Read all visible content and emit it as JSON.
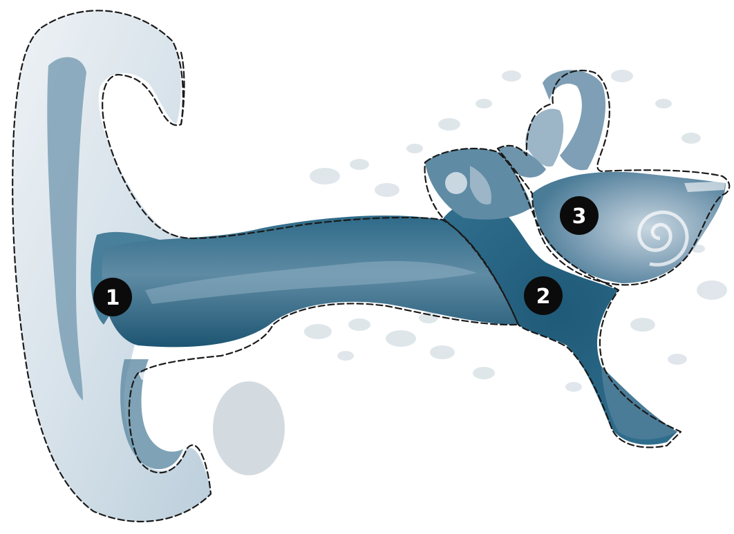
{
  "markers": [
    {
      "label": "1"
    },
    {
      "label": "2"
    },
    {
      "label": "3"
    }
  ],
  "colors": {
    "tissue_dark": "#1f5a78",
    "tissue_mid": "#6f95ad",
    "tissue_light": "#c9d7e1",
    "skin_pale": "#e6ecf1",
    "marker_fill": "#0b0b0b",
    "marker_text": "#ffffff",
    "outline": "#1a1a1a"
  }
}
